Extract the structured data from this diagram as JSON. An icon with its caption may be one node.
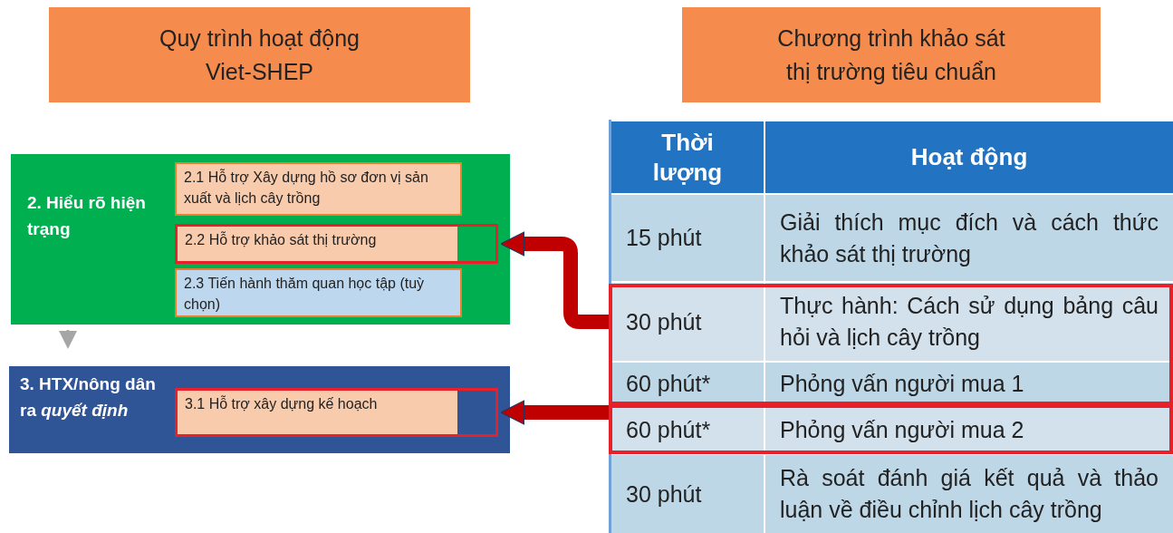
{
  "diagram": {
    "nodes": [
      {
        "text": [
          "Quy trình hoạt động Viet-SHEP"
        ]
      },
      {
        "text": [
          "Chương trình khảo sát thị trường tiêu chuẩn"
        ]
      },
      {
        "text": [
          "2. Hiểu rõ hiện trạng"
        ]
      },
      {
        "text": [
          "2.1 Hỗ trợ Xây dựng hồ sơ đơn vị sản xuất và lịch cây trồng"
        ],
        "in": 2
      },
      {
        "text": [
          "2.2 Hỗ trợ khảo sát thị trường"
        ],
        "in": 2
      },
      {
        "text": [
          "2.3 Tiến hành thăm quan học tập (tuỳ chọn)"
        ],
        "in": 2
      },
      {
        "text": [
          "3. HTX/nông dân ra *quyết định*"
        ]
      },
      {
        "text": [
          "3.1 Hỗ trợ xây dựng kế hoạch"
        ],
        "in": 6
      },
      {
        "text": [],
        "shape": "box"
      },
      {
        "text": [],
        "shape": "box"
      }
    ],
    "edges": [
      {
        "from": 2,
        "to": 6,
        "arrow": "to",
        "color": "#a6a6a6"
      },
      {
        "from": 8,
        "to": 4,
        "arrow": "to",
        "color": "#c00000"
      },
      {
        "from": 9,
        "to": 7,
        "arrow": "to",
        "color": "#c00000"
      }
    ],
    "labels": [
      "Thời lượng",
      "Hoạt động",
      "15 phút",
      "Giải thích mục đích và cách thức khảo sát thị trường",
      "30 phút",
      "Thực hành: Cách sử dụng bảng câu hỏi và lịch cây trồng",
      "60 phút*",
      "Phỏng vấn người mua 1",
      "60 phút*",
      "Phỏng vấn người mua 2",
      "30 phút",
      "Rà soát đánh giá kết quả và thảo luận về điều chỉnh lịch cây trồng"
    ]
  }
}
